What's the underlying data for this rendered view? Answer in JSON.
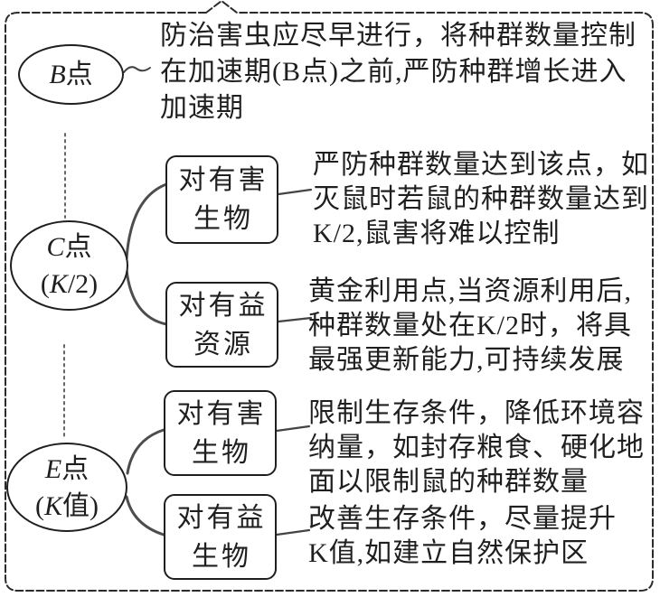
{
  "colors": {
    "ink": "#1f1f1f",
    "paper": "#ffffff"
  },
  "top_note": {
    "lines": [
      "防治害虫应尽早进行，将种群数量控制",
      "在加速期(B点)之前,严防种群增长进入",
      "加速期"
    ]
  },
  "nodes": {
    "b": {
      "letter": "B",
      "suffix": "点"
    },
    "c": {
      "letter": "C",
      "suffix": "点",
      "value_parts": [
        "(",
        "K",
        "/2)"
      ]
    },
    "e": {
      "letter": "E",
      "suffix": "点",
      "value_parts": [
        "(",
        "K",
        "值)"
      ]
    }
  },
  "c_branches": [
    {
      "box": [
        "对有害",
        "生物"
      ],
      "note": [
        "严防种群数量达到该点，如",
        "灭鼠时若鼠的种群数量达到",
        "K/2,鼠害将难以控制"
      ]
    },
    {
      "box": [
        "对有益",
        "资源"
      ],
      "note": [
        "黄金利用点,当资源利用后,",
        "种群数量处在K/2时，将具",
        "最强更新能力,可持续发展"
      ]
    }
  ],
  "e_branches": [
    {
      "box": [
        "对有害",
        "生物"
      ],
      "note": [
        "限制生存条件，降低环境容",
        "纳量，如封存粮食、硬化地",
        "面以限制鼠的种群数量"
      ]
    },
    {
      "box": [
        "对有益",
        "生物"
      ],
      "note": [
        "改善生存条件，尽量提升",
        "K值,如建立自然保护区"
      ]
    }
  ]
}
